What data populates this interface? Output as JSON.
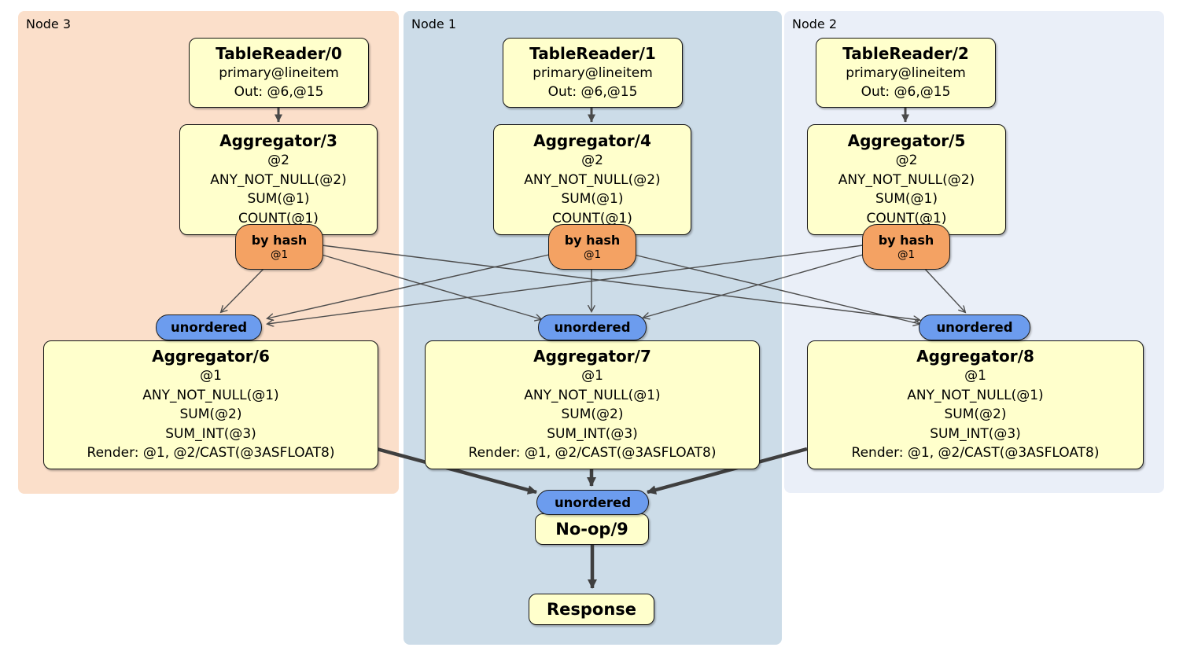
{
  "diagram": {
    "regions": [
      {
        "id": "node3",
        "label": "Node 3",
        "color": "#fbdfca"
      },
      {
        "id": "node1",
        "label": "Node 1",
        "color": "#ccdce8"
      },
      {
        "id": "node2",
        "label": "Node 2",
        "color": "#eaeff8"
      }
    ],
    "processors": {
      "tr0": {
        "title": "TableReader/0",
        "lines": [
          "primary@lineitem",
          "Out: @6,@15"
        ]
      },
      "tr1": {
        "title": "TableReader/1",
        "lines": [
          "primary@lineitem",
          "Out: @6,@15"
        ]
      },
      "tr2": {
        "title": "TableReader/2",
        "lines": [
          "primary@lineitem",
          "Out: @6,@15"
        ]
      },
      "agg3": {
        "title": "Aggregator/3",
        "lines": [
          "@2",
          "ANY_NOT_NULL(@2)",
          "SUM(@1)",
          "COUNT(@1)"
        ]
      },
      "agg4": {
        "title": "Aggregator/4",
        "lines": [
          "@2",
          "ANY_NOT_NULL(@2)",
          "SUM(@1)",
          "COUNT(@1)"
        ]
      },
      "agg5": {
        "title": "Aggregator/5",
        "lines": [
          "@2",
          "ANY_NOT_NULL(@2)",
          "SUM(@1)",
          "COUNT(@1)"
        ]
      },
      "agg6": {
        "title": "Aggregator/6",
        "lines": [
          "@1",
          "ANY_NOT_NULL(@1)",
          "SUM(@2)",
          "SUM_INT(@3)",
          "Render: @1, @2/CAST(@3ASFLOAT8)"
        ]
      },
      "agg7": {
        "title": "Aggregator/7",
        "lines": [
          "@1",
          "ANY_NOT_NULL(@1)",
          "SUM(@2)",
          "SUM_INT(@3)",
          "Render: @1, @2/CAST(@3ASFLOAT8)"
        ]
      },
      "agg8": {
        "title": "Aggregator/8",
        "lines": [
          "@1",
          "ANY_NOT_NULL(@1)",
          "SUM(@2)",
          "SUM_INT(@3)",
          "Render: @1, @2/CAST(@3ASFLOAT8)"
        ]
      },
      "noop9": {
        "title": "No-op/9",
        "lines": []
      },
      "response": {
        "title": "Response",
        "lines": []
      }
    },
    "routers": {
      "hash3": {
        "label": "by hash",
        "detail": "@1"
      },
      "hash4": {
        "label": "by hash",
        "detail": "@1"
      },
      "hash5": {
        "label": "by hash",
        "detail": "@1"
      }
    },
    "synchronizers": {
      "sync6": {
        "label": "unordered"
      },
      "sync7": {
        "label": "unordered"
      },
      "sync8": {
        "label": "unordered"
      },
      "sync9": {
        "label": "unordered"
      }
    },
    "edges": [
      {
        "from": "tr0",
        "to": "agg3",
        "style": "medium"
      },
      {
        "from": "tr1",
        "to": "agg4",
        "style": "medium"
      },
      {
        "from": "tr2",
        "to": "agg5",
        "style": "medium"
      },
      {
        "from": "hash3",
        "to": "sync6",
        "style": "thin"
      },
      {
        "from": "hash3",
        "to": "sync7",
        "style": "thin"
      },
      {
        "from": "hash3",
        "to": "sync8",
        "style": "thin"
      },
      {
        "from": "hash4",
        "to": "sync6",
        "style": "thin"
      },
      {
        "from": "hash4",
        "to": "sync7",
        "style": "thin"
      },
      {
        "from": "hash4",
        "to": "sync8",
        "style": "thin"
      },
      {
        "from": "hash5",
        "to": "sync6",
        "style": "thin"
      },
      {
        "from": "hash5",
        "to": "sync7",
        "style": "thin"
      },
      {
        "from": "hash5",
        "to": "sync8",
        "style": "thin"
      },
      {
        "from": "agg6",
        "to": "sync9",
        "style": "thick"
      },
      {
        "from": "agg7",
        "to": "sync9",
        "style": "thick"
      },
      {
        "from": "agg8",
        "to": "sync9",
        "style": "thick"
      },
      {
        "from": "noop9",
        "to": "response",
        "style": "thick"
      }
    ],
    "colors": {
      "processor_fill": "#ffffcc",
      "router_fill": "#f4a263",
      "synchronizer_fill": "#6c9cee",
      "edge_thin": "#4d4d4d",
      "edge_medium": "#4a4a4a",
      "edge_thick": "#3f3f3f",
      "node3_bg": "#fbdfca",
      "node1_bg": "#ccdce8",
      "node2_bg": "#eaeff8"
    }
  }
}
